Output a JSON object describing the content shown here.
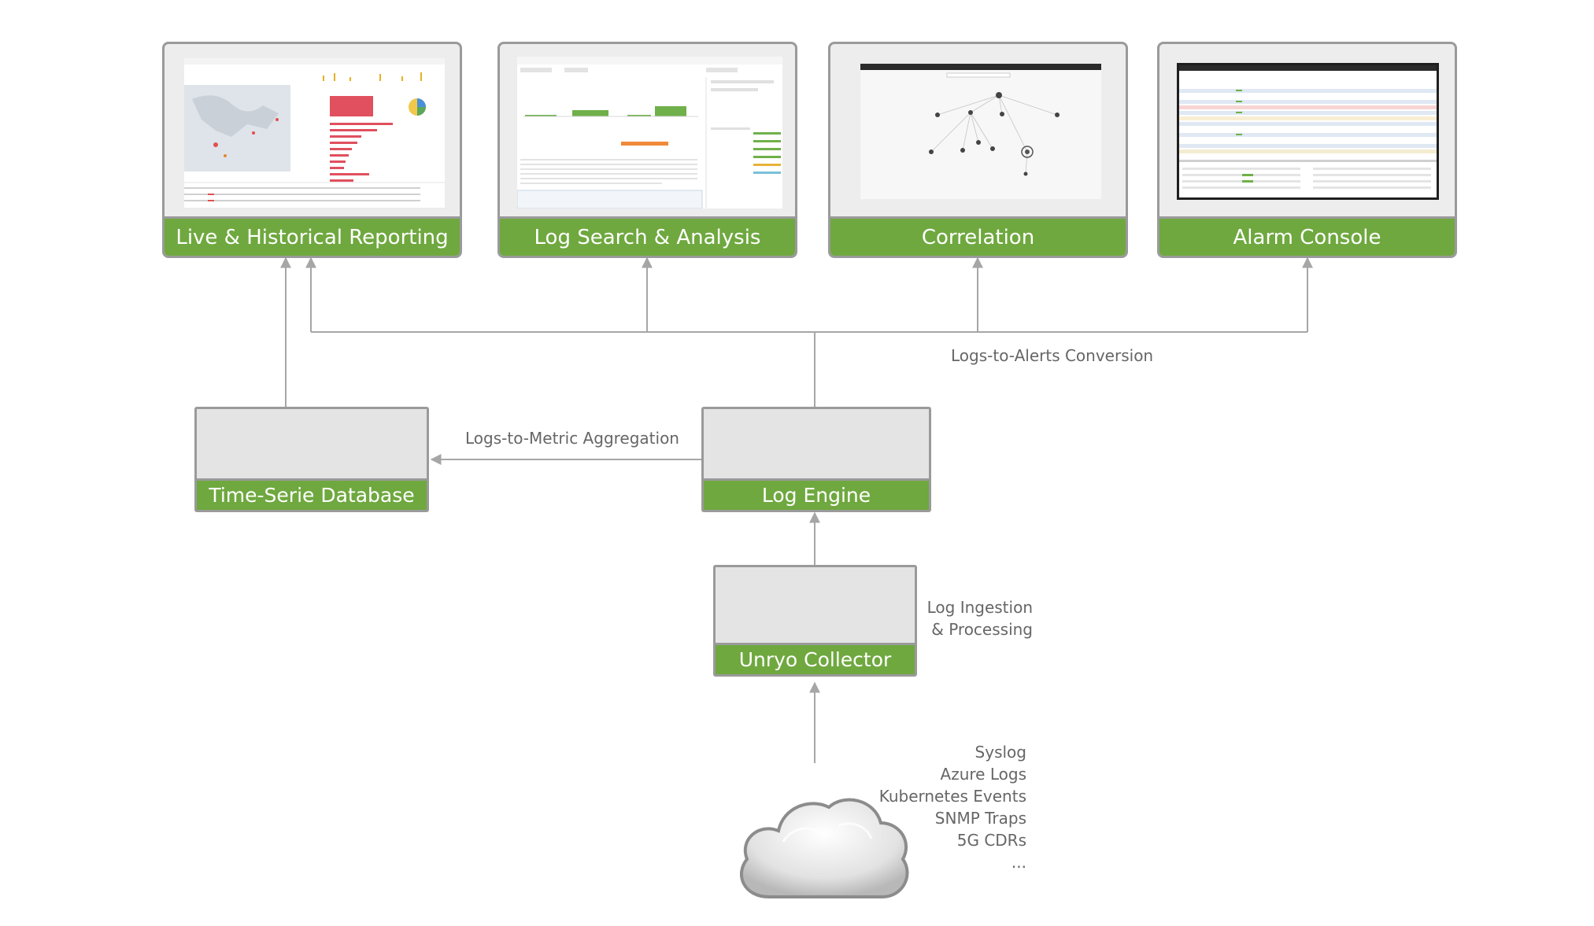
{
  "panels": {
    "reporting": "Live & Historical Reporting",
    "log_search": "Log Search & Analysis",
    "correlation": "Correlation",
    "alarm": "Alarm Console"
  },
  "nodes": {
    "tsdb": "Time-Serie Database",
    "log_engine": "Log Engine",
    "collector": "Unryo Collector"
  },
  "edges": {
    "alerts": "Logs-to-Alerts Conversion",
    "metric": "Logs-to-Metric Aggregation",
    "ingestion_1": "Log Ingestion",
    "ingestion_2": "& Processing"
  },
  "sources": [
    "Syslog",
    "Azure Logs",
    "Kubernetes Events",
    "SNMP Traps",
    "5G CDRs",
    "..."
  ],
  "colors": {
    "green": "#6fa83f",
    "line": "#a6a6a6",
    "border": "#9a9a9a"
  }
}
